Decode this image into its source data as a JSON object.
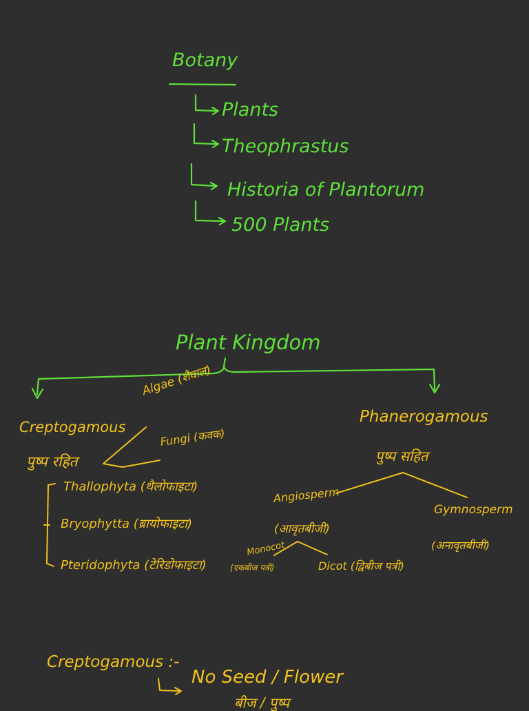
{
  "colors": {
    "background": "#2e2e2e",
    "green_ink": "#5fe03a",
    "yellow_ink": "#f2c21b"
  },
  "botany": {
    "title": "Botany",
    "items": [
      "Plants",
      "Theophrastus",
      "Historia of Plantorum",
      "500 Plants"
    ]
  },
  "kingdom": {
    "title": "Plant Kingdom",
    "crypto": {
      "label": "Creptogamous",
      "hindi": "पुष्प रहित"
    },
    "algae": "Algae (शैवाल)",
    "fungi": "Fungi (कवक)",
    "thallo": "Thallophyta (थैलोफाइटा)",
    "bryo": "Bryophytta (ब्रायोफाइटा)",
    "pterido": "Pteridophyta (टेरिडोफाइटा)",
    "monocot_label": "Monocot",
    "monocot_hindi": "(एकबीज पत्री)",
    "phanero": {
      "label": "Phanerogamous",
      "hindi": "पुष्प सहित"
    },
    "angio": {
      "label": "Angiosperm",
      "hindi": "(आवृतबीजी)"
    },
    "gymno": {
      "label": "Gymnosperm",
      "hindi": "(अनावृतबीजी)"
    },
    "dicot": "Dicot (द्विबीज पत्री)"
  },
  "note": {
    "title": "Creptogamous :-",
    "line1": "No Seed / Flower",
    "line2": "बीज / पुष्प"
  }
}
